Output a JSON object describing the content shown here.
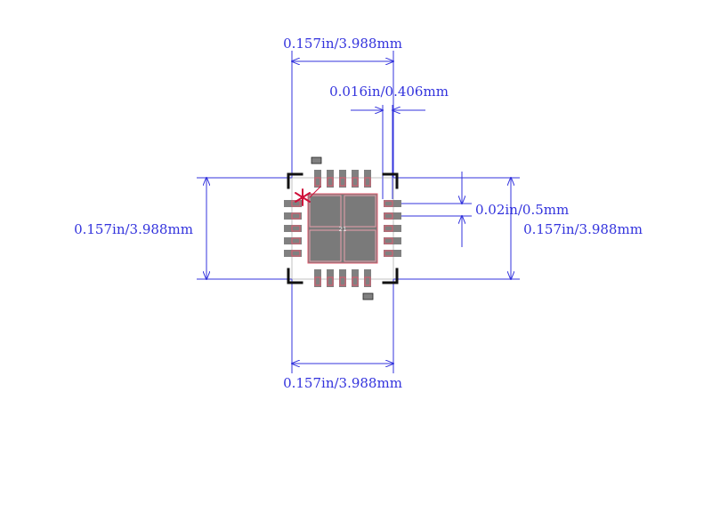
{
  "dimensions": {
    "top_width": "0.157in/3.988mm",
    "pad_width": "0.016in/0.406mm",
    "left_height": "0.157in/3.988mm",
    "pitch": "0.02in/0.5mm",
    "right_height": "0.157in/3.988mm",
    "bottom_width": "0.157in/3.988mm"
  },
  "package": {
    "center_pad_label": "21",
    "pin1_marker": "*",
    "pins_per_side": 5
  },
  "colors": {
    "dimension_line": "#3333dd",
    "pad_fill": "#808080",
    "pad_outline": "#e05a6e",
    "courtyard_corner": "#111111",
    "pin1_marker": "#d0103a"
  }
}
